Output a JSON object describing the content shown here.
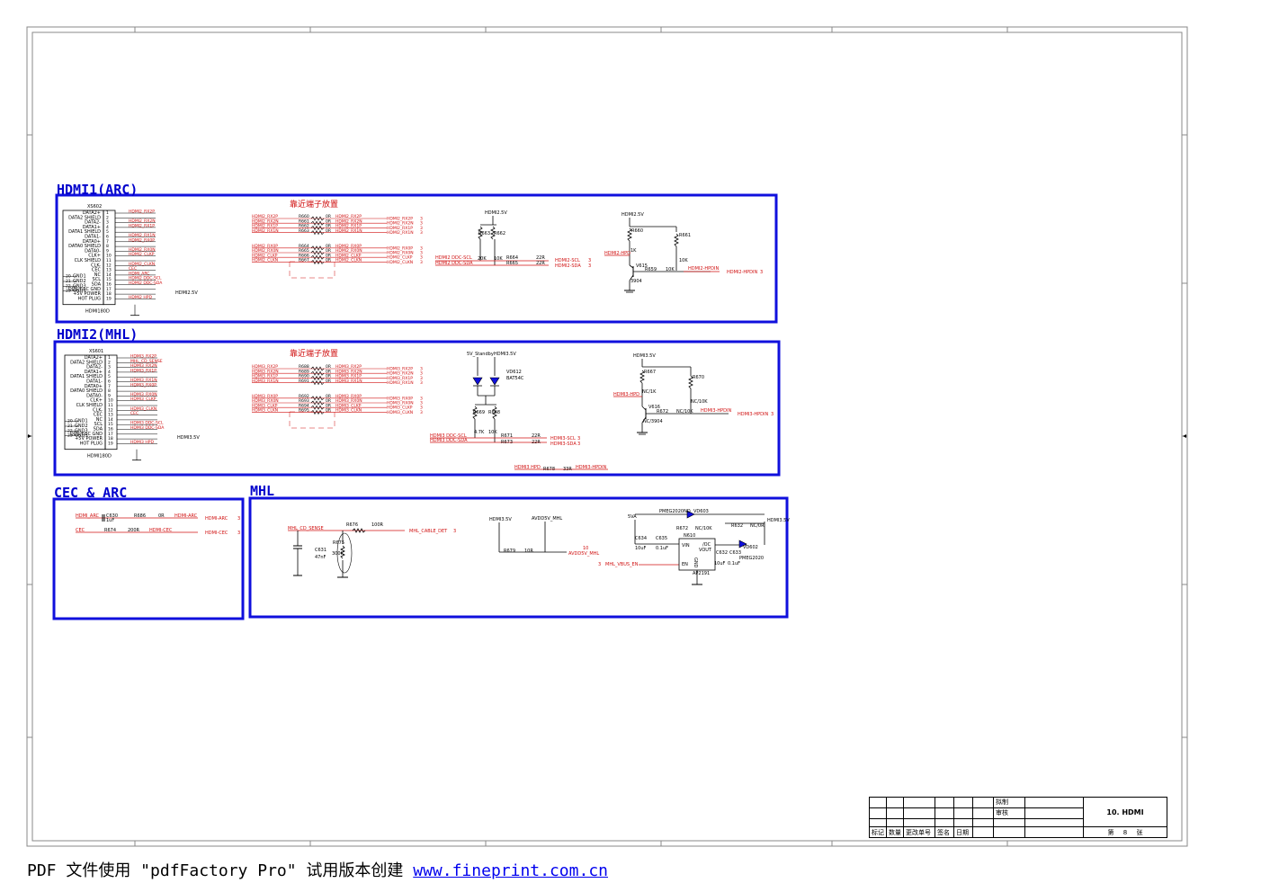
{
  "sections": {
    "hdmi1": {
      "title": "HDMI1(ARC)",
      "note": "靠近端子放置",
      "connector": "XS602",
      "part": "HDMI180D",
      "supply_label": "HDMI2.5V"
    },
    "hdmi2": {
      "title": "HDMI2(MHL)",
      "note": "靠近端子放置",
      "connector": "XS601",
      "part": "HDMI180D",
      "supply_label": "HDMI3.5V"
    },
    "cec": {
      "title": "CEC & ARC"
    },
    "mhl": {
      "title": "MHL"
    }
  },
  "connector_pins": [
    {
      "num": "1",
      "name": "DATA2+"
    },
    {
      "num": "2",
      "name": "DATA2 SHIELD"
    },
    {
      "num": "3",
      "name": "DATA2-"
    },
    {
      "num": "4",
      "name": "DATA1+"
    },
    {
      "num": "5",
      "name": "DATA1 SHIELD"
    },
    {
      "num": "6",
      "name": "DATA1-"
    },
    {
      "num": "7",
      "name": "DATA0+"
    },
    {
      "num": "8",
      "name": "DATA0 SHIELD"
    },
    {
      "num": "9",
      "name": "DATA0-"
    },
    {
      "num": "10",
      "name": "CLK+"
    },
    {
      "num": "11",
      "name": "CLK SHIELD"
    },
    {
      "num": "12",
      "name": "CLK-"
    },
    {
      "num": "13",
      "name": "CEC"
    },
    {
      "num": "14",
      "name": "NC"
    },
    {
      "num": "15",
      "name": "SCL"
    },
    {
      "num": "16",
      "name": "SDA"
    },
    {
      "num": "17",
      "name": "DDC/CEC GND"
    },
    {
      "num": "18",
      "name": "+5V POWER"
    },
    {
      "num": "19",
      "name": "HOT PLUG"
    }
  ],
  "gnd_pins": [
    {
      "num": "20",
      "name": "GND1"
    },
    {
      "num": "21",
      "name": "GND2"
    },
    {
      "num": "22",
      "name": "GND3"
    },
    {
      "num": "23",
      "name": "GND3"
    }
  ],
  "hdmi1_nets": [
    "HDMI2_RX2P",
    "",
    "HDMI2_RX2N",
    "HDMI2_RX1P",
    "",
    "HDMI2_RX1N",
    "HDMI2_RX0P",
    "",
    "HDMI2_RX0N",
    "HDMI2_CLKP",
    "",
    "HDMI2_CLKN",
    "CEC",
    "HDMI_ARC",
    "HDMI2 DDC-SCL",
    "HDMI2 DDC-SDA",
    "",
    "",
    "HDMI2 HPD"
  ],
  "hdmi2_nets": [
    "HDMI3_RX2P",
    "MHL_CD_SENSE",
    "HDMI3_RX2N",
    "HDMI3_RX1P",
    "",
    "HDMI3_RX1N",
    "HDMI3_RX0P",
    "",
    "HDMI3_RX0N",
    "HDMI3_CLKP",
    "",
    "HDMI3_CLKN",
    "CEC",
    "",
    "HDMI3 DDC-SCL",
    "HDMI3 DDC-SDA",
    "",
    "",
    "HDMI3 HPD"
  ],
  "hdmi1_res_in": [
    "HDMI2_RX2P",
    "HDMI2_RX2N",
    "HDMI2_RX1P",
    "HDMI2_RX1N",
    "HDMI2_RX0P",
    "HDMI2_RX0N",
    "HDMI2_CLKP",
    "HDMI2_CLKN"
  ],
  "hdmi1_res_ref": [
    "R660",
    "R661",
    "R662",
    "R663",
    "R664",
    "R665",
    "R666",
    "R667"
  ],
  "hdmi2_res_in": [
    "HDMI3_RX2P",
    "HDMI3_RX2N",
    "HDMI3_RX1P",
    "HDMI3_RX1N",
    "HDMI3_RX0P",
    "HDMI3_RX0N",
    "HDMI3_CLKP",
    "HDMI3_CLKN"
  ],
  "hdmi2_res_ref": [
    "R688",
    "R689",
    "R690",
    "R691",
    "R692",
    "R693",
    "R694",
    "R695"
  ],
  "res_value": "0R",
  "hdmi1_ddc": {
    "scl": "HDMI2 DDC-SCL",
    "sda": "HDMI2 DDC-SDA",
    "scl_out": "HDMI2-SCL",
    "sda_out": "HDMI2-SDA",
    "r1": "R663",
    "r2": "R662",
    "pull": "10K",
    "pullb": "20K",
    "ser1": "R664",
    "ser2": "R665",
    "ser_val": "22R",
    "sheet": "3"
  },
  "hdmi1_hpd": {
    "supply": "HDMI2.5V",
    "net_in": "HDMI2-HPD",
    "r_top": "R660",
    "r_side": "R661",
    "r_val": "1K",
    "r_val2": "10K",
    "q": "V615",
    "q_part": "3904",
    "r_base": "R659",
    "out": "HDMI2-HPDIN",
    "out_sheet": "3"
  },
  "hdmi2_ddc": {
    "supply1": "5V_Standby",
    "supply2": "HDMI3.5V",
    "diode": "VD612",
    "diode_part": "BAT54C",
    "r1": "R669",
    "r2": "R668",
    "r1_val": "4.7K",
    "r2_val": "10K",
    "ser1": "R671",
    "ser2": "R673",
    "ser_val": "22R",
    "scl": "HDMI3 DDC-SCL",
    "sda": "HDMI3 DDC-SDA",
    "scl_out": "HDMI3-SCL",
    "sda_out": "HDMI3-SDA"
  },
  "hdmi2_hpd": {
    "supply": "HDMI3.5V",
    "r_top": "R667",
    "r_top_val": "NC/1K",
    "r_side": "R670",
    "r_side_val": "NC/10K",
    "net_in": "HDMI3-HPD",
    "q": "V616",
    "q_part": "NC/3904",
    "r_base": "R672",
    "r_base_val": "NC/10K",
    "out": "HDMI3-HPDIN",
    "bottom_in": "HDMI3 HPD",
    "bottom_r": "R678",
    "bottom_val": "33R",
    "bottom_out": "HDMI3-HPDIN"
  },
  "cec_arc": {
    "arc_in": "HDMI_ARC",
    "cap": "C630",
    "cap_val": "1uF",
    "r1": "R686",
    "r1_val": "0R",
    "arc_out": "HDMI-ARC",
    "cec_in": "CEC",
    "r2": "R674",
    "r2_val": "200R",
    "cec_out": "HDMI-CEC",
    "sheet": "3"
  },
  "mhl_block": {
    "sense": "MHL_CD_SENSE",
    "r_top": "R676",
    "r_top_val": "100R",
    "det": "MHL_CABLE_DET",
    "cap": "C631",
    "cap_val": "47nF",
    "r_pot": "R675",
    "r_pot_val": "300K",
    "supply1": "HDMI3.5V",
    "supply2": "AVDD5V_MHL",
    "r_mid": "R679",
    "r_mid_val": "10R",
    "avdd": "AVDD5V_MHL",
    "vbus": "MHL_VBUS_EN",
    "sheet": "3",
    "sheet2": "10",
    "supply5": "5VA",
    "diode1": "PMEG2020ND",
    "diode1_ref": "VD603",
    "r_en": "R672",
    "r_en_val": "NC/10K",
    "ic": "N610",
    "ic_part": "AP2191",
    "ic_vin": "VIN",
    "ic_vout": "VOUT",
    "ic_en": "EN",
    "ic_gnd": "GND",
    "ic_ioc": "/OC",
    "c1": "C634",
    "c1_val": "10uF",
    "c2": "C635",
    "c2_val": "0.1uF",
    "c3": "C632",
    "c3_val": "10uF",
    "c4": "C633",
    "c4_val": "0.1uF",
    "r_out": "R632",
    "r_out_val": "NC/0R",
    "diode2": "VD602",
    "diode2_part": "PMEG2020",
    "out_supply": "HDMI3.5V"
  },
  "title_block": {
    "drawn": "拟制",
    "checked": "审核",
    "title": "10. HDMI",
    "col1": "标记",
    "col2": "数量",
    "col3": "更改单号",
    "col4": "签名",
    "col5": "日期",
    "page": "第",
    "page_num": "8",
    "sheet": "张"
  },
  "footer": {
    "text": "PDF 文件使用 \"pdfFactory Pro\" 试用版本创建 ",
    "link": "www.fineprint.com.cn"
  },
  "colors": {
    "box": "#1010dd",
    "wire": "#000000",
    "net": "#d01010",
    "title": "#0000cc"
  }
}
